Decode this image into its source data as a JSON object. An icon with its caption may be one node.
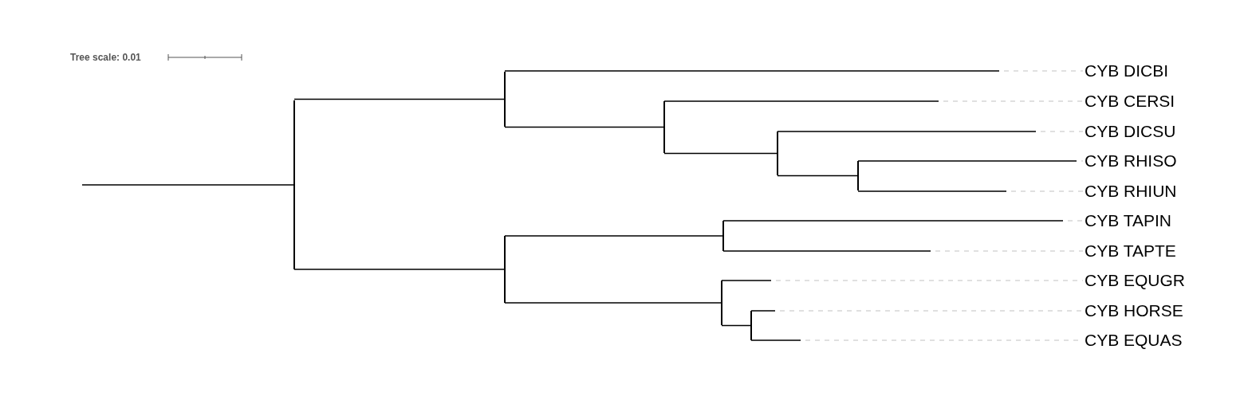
{
  "diagram": {
    "nodes": [
      {
        "text": [],
        "shape": "bar"
      },
      {
        "text": [],
        "shape": "bar"
      },
      {
        "text": [],
        "shape": "bar"
      },
      {
        "text": [],
        "shape": "bar"
      },
      {
        "text": [],
        "shape": "bar"
      },
      {
        "text": [],
        "shape": "bar"
      },
      {
        "text": [],
        "shape": "bar"
      },
      {
        "text": [],
        "shape": "bar"
      },
      {
        "text": [],
        "shape": "bar"
      },
      {
        "text": [
          "CYB DICBI"
        ]
      },
      {
        "text": [
          "CYB CERSI"
        ]
      },
      {
        "text": [
          "CYB DICSU"
        ]
      },
      {
        "text": [
          "CYB RHISO"
        ]
      },
      {
        "text": [
          "CYB RHIUN"
        ]
      },
      {
        "text": [
          "CYB TAPIN"
        ]
      },
      {
        "text": [
          "CYB TAPTE"
        ]
      },
      {
        "text": [
          "CYB EQUGR"
        ]
      },
      {
        "text": [
          "CYB HORSE"
        ]
      },
      {
        "text": [
          "CYB EQUAS"
        ]
      }
    ],
    "edges": [
      {
        "from": null,
        "to": 0,
        "arrow": "none"
      },
      {
        "from": 0,
        "to": 1,
        "arrow": "none"
      },
      {
        "from": 0,
        "to": 5,
        "arrow": "none"
      },
      {
        "from": 1,
        "to": 9,
        "arrow": "none"
      },
      {
        "from": 1,
        "to": 2,
        "arrow": "none"
      },
      {
        "from": 2,
        "to": 10,
        "arrow": "none"
      },
      {
        "from": 2,
        "to": 3,
        "arrow": "none"
      },
      {
        "from": 3,
        "to": 11,
        "arrow": "none"
      },
      {
        "from": 3,
        "to": 4,
        "arrow": "none"
      },
      {
        "from": 4,
        "to": 12,
        "arrow": "none"
      },
      {
        "from": 4,
        "to": 13,
        "arrow": "none"
      },
      {
        "from": 5,
        "to": 6,
        "arrow": "none"
      },
      {
        "from": 5,
        "to": 7,
        "arrow": "none"
      },
      {
        "from": 6,
        "to": 14,
        "arrow": "none"
      },
      {
        "from": 6,
        "to": 15,
        "arrow": "none"
      },
      {
        "from": 7,
        "to": 16,
        "arrow": "none"
      },
      {
        "from": 7,
        "to": 8,
        "arrow": "none"
      },
      {
        "from": 8,
        "to": 17,
        "arrow": "none"
      },
      {
        "from": 8,
        "to": 18,
        "arrow": "none"
      }
    ],
    "labels": [
      "Tree scale: 0.01"
    ]
  }
}
